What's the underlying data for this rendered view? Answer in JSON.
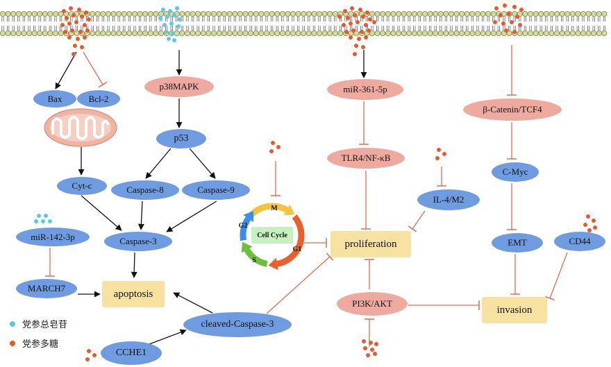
{
  "nodes": {
    "bax": "Bax",
    "bcl2": "Bcl-2",
    "cytc": "Cyt-c",
    "p38mapk": "p38MAPK",
    "p53": "p53",
    "caspase8": "Caspase-8",
    "caspase9": "Caspase-9",
    "caspase3": "Caspase-3",
    "mir142": "miR-142-3p",
    "march7": "MARCH7",
    "apoptosis": "apoptosis",
    "cleaved_caspase3": "cleaved-Caspase-3",
    "cche1": "CCHE1",
    "mir361": "miR-361-5p",
    "tlr4": "TLR4/NF-κB",
    "il4": "IL-4/M2",
    "proliferation": "proliferation",
    "pi3k": "PI3K/AKT",
    "bcatenin": "β-Catenin/TCF4",
    "cmyc": "C-Myc",
    "emt": "EMT",
    "cd44": "CD44",
    "invasion": "invasion"
  },
  "cell_cycle": {
    "center": "Cell Cycle",
    "m": "M",
    "g1": "G1",
    "s": "S",
    "g2": "G2",
    "colors": {
      "m": "#f4c23e",
      "g1": "#e8612c",
      "s": "#6bbf3a",
      "g2": "#3c8ee8"
    }
  },
  "legend": {
    "saponin": "党参总皂苷",
    "polysaccharide": "党参多糖"
  },
  "colors": {
    "blue_node": "#6f9ce0",
    "pink_node": "#efaaa0",
    "yellow_node": "#f7e2a2",
    "saponin_dot": "#5bc8e8",
    "polysaccharide_dot": "#e8582c",
    "inhibit_line": "#e06a4c",
    "activate_line": "#111111"
  }
}
